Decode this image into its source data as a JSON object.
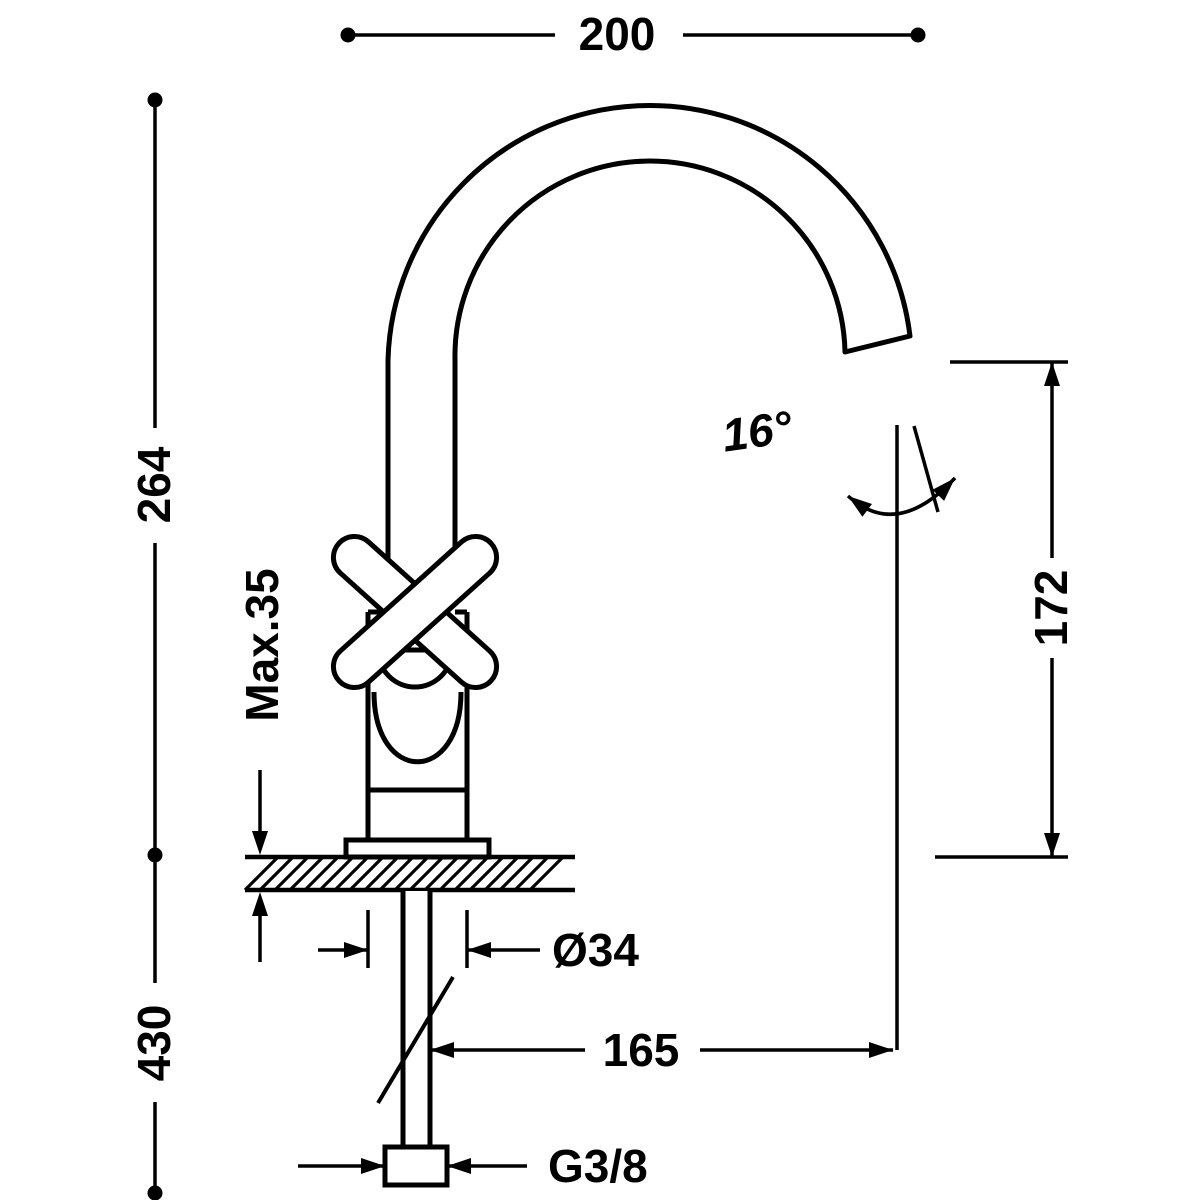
{
  "drawing": {
    "type": "faucet-technical-dimension-drawing",
    "colors": {
      "line": "#000000",
      "background": "#ffffff"
    },
    "dimensions": {
      "spout_width": "200",
      "height_above_deck": "264",
      "deck_thickness_max": "Max.35",
      "height_below_deck": "430",
      "spout_angle": "16°",
      "outlet_height": "172",
      "body_diameter": "Ø34",
      "spout_reach": "165",
      "thread": "G3/8"
    }
  }
}
